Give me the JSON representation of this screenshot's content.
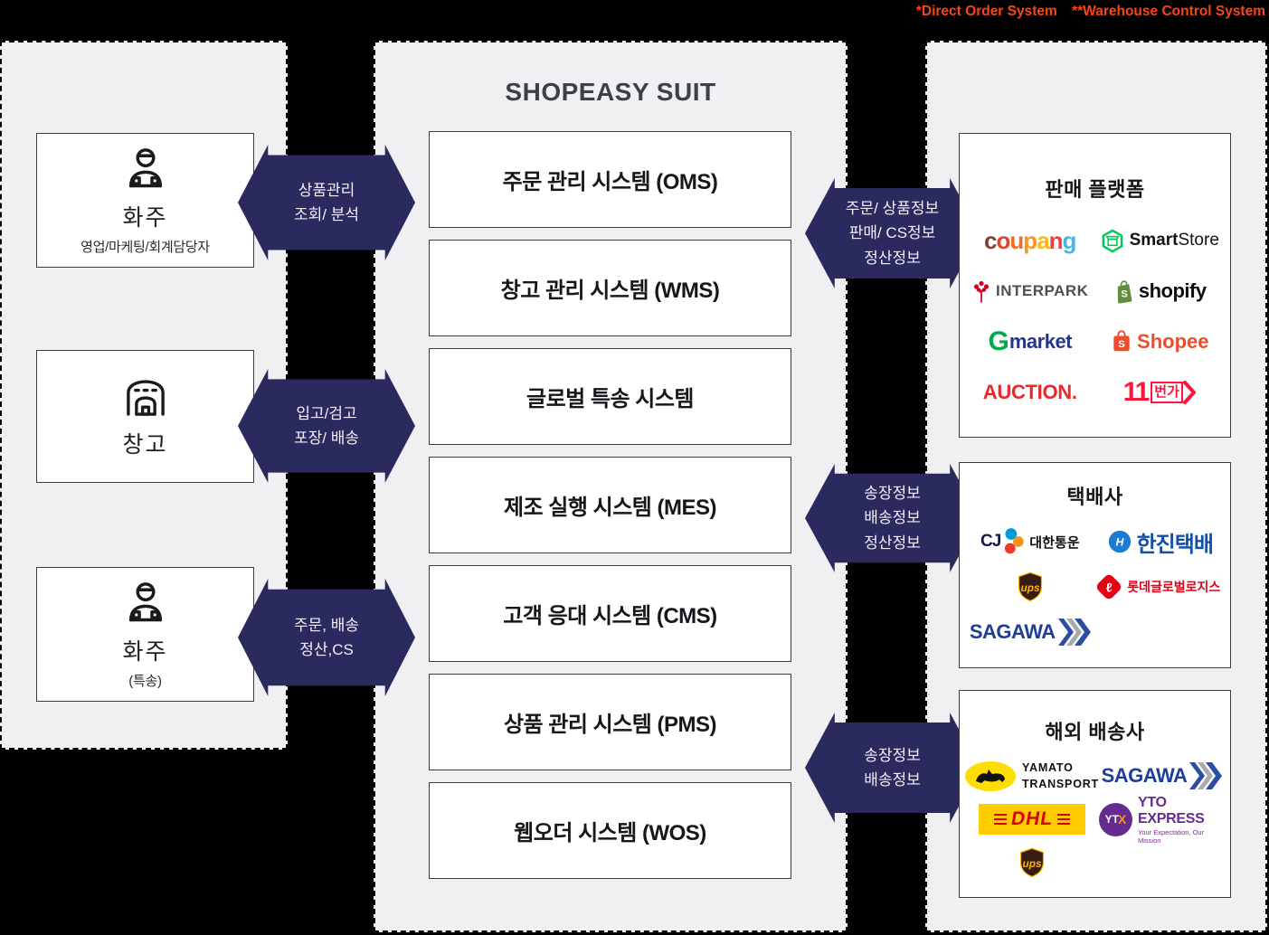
{
  "annotation": {
    "part1": "*Direct Order System",
    "part2": "**Warehouse Control System"
  },
  "left_panel": {
    "boxes": [
      {
        "icon": "person-icon",
        "title": "화주",
        "subtitle": "영업/마케팅/회계담당자"
      },
      {
        "icon": "warehouse-icon",
        "title": "창고",
        "subtitle": ""
      },
      {
        "icon": "person-icon",
        "title": "화주",
        "subtitle": "(특송)"
      }
    ],
    "arrows": [
      {
        "line1": "상품관리",
        "line2": "조회/ 분석"
      },
      {
        "line1": "입고/검고",
        "line2": "포장/ 배송"
      },
      {
        "line1": "주문, 배송",
        "line2": "정산,CS"
      }
    ]
  },
  "center_panel": {
    "title": "SHOPEASY SUIT",
    "systems": [
      {
        "label": "주문 관리 시스템 (OMS)"
      },
      {
        "label": "창고 관리 시스템 (WMS)"
      },
      {
        "label": "글로벌 특송 시스템"
      },
      {
        "label": "제조 실행 시스템 (MES)"
      },
      {
        "label": "고객 응대 시스템 (CMS)"
      },
      {
        "label": "상품 관리 시스템 (PMS)"
      },
      {
        "label": "웹오더 시스템 (WOS)"
      }
    ]
  },
  "right_arrows": [
    {
      "line1": "주문/ 상품정보",
      "line2": "판매/ CS정보",
      "line3": "정산정보"
    },
    {
      "line1": "송장정보",
      "line2": "배송정보",
      "line3": "정산정보"
    },
    {
      "line1": "송장정보",
      "line2": "배송정보",
      "line3": ""
    }
  ],
  "right_panel": {
    "groups": [
      {
        "title": "판매 플랫폼"
      },
      {
        "title": "택배사"
      },
      {
        "title": "해외 배송사"
      }
    ]
  },
  "logos": {
    "coupang": {
      "l0": "c",
      "l1": "o",
      "l2": "u",
      "l3": "p",
      "l4": "a",
      "l5": "n",
      "l6": "g"
    },
    "smartstore": {
      "bold": "Smart",
      "light": "Store"
    },
    "interpark": {
      "text": "INTERPARK"
    },
    "shopify": {
      "initial": "S",
      "text": "shopify"
    },
    "gmarket": {
      "g": "G",
      "rest": "market"
    },
    "shopee": {
      "initial": "S",
      "text": "Shopee"
    },
    "auction": {
      "text": "AUCTION."
    },
    "st11": {
      "num": "11",
      "suffix": "번가"
    },
    "cj_logistics": {
      "cj": "CJ",
      "name": "대한통운"
    },
    "hanjin": {
      "initial": "H",
      "name": "한진택배"
    },
    "ups": {
      "text": "ups"
    },
    "lotte_logistics": {
      "initial": "ℓ",
      "name": "롯데글로벌로지스"
    },
    "sagawa": {
      "text": "SAGAWA"
    },
    "yamato": {
      "line1": "YAMATO",
      "line2": "TRANSPORT"
    },
    "dhl": {
      "text": "DHL"
    },
    "yto": {
      "badge_y": "YT",
      "badge_x": "X",
      "name": "YTO EXPRESS",
      "tagline": "Your Expectation, Our Mission"
    }
  },
  "colors": {
    "background": "#000000",
    "panel_gray": "#F0F0F2",
    "arrow_navy": "#2B2A5F",
    "annotation_red": "#FA4616",
    "box_border": "#3C3C3C",
    "coupang_letters": [
      "#8A3B2A",
      "#E0442C",
      "#F26D1F",
      "#F7941E",
      "#FDB913",
      "#E8403C",
      "#47B5E8"
    ],
    "smartstore_green": "#03C75A",
    "shopify_green": "#5E8E3E",
    "gmarket_green": "#00AB4E",
    "gmarket_navy": "#27348B",
    "shopee_orange": "#EE4D2D",
    "auction_red": "#E8282B",
    "st11_red": "#FF143C",
    "cj_navy": "#14184B",
    "hanjin_blue": "#1550A8",
    "ups_brown": "#351C15",
    "ups_gold": "#FFB500",
    "lotte_red": "#E60013",
    "sagawa_navy": "#1D3E95",
    "yamato_yellow": "#FFDD00",
    "dhl_yellow": "#FFCC00",
    "dhl_red": "#D40511",
    "yto_purple": "#652C8F"
  }
}
